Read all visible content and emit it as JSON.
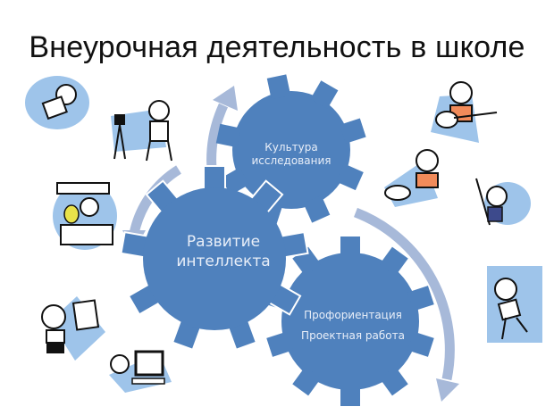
{
  "slide": {
    "title": "Внеурочная деятельность в школе",
    "colors": {
      "background": "#ffffff",
      "gear_fill": "#4f81bd",
      "gear_outline": "#ffffff",
      "arrow_fill": "#a7b9d9",
      "gear_text": "#e8eef8",
      "clipart_bg": "#9ec4ea"
    }
  },
  "gears": [
    {
      "id": "top",
      "lines": [
        "Культура",
        "исследования"
      ]
    },
    {
      "id": "left",
      "lines": [
        "Развитие",
        "интеллекта"
      ]
    },
    {
      "id": "bottom",
      "lines": [
        "Профориентация",
        "Проектная работа"
      ]
    }
  ],
  "arrows": [
    {
      "id": "top-arrow",
      "direction": "clockwise-up"
    },
    {
      "id": "left-arrow",
      "direction": "counterclockwise-down"
    },
    {
      "id": "right-arrow",
      "direction": "clockwise-down"
    }
  ],
  "clipart": [
    {
      "id": "astronaut",
      "icon": "astronaut-boy-icon"
    },
    {
      "id": "camera",
      "icon": "camera-boy-icon"
    },
    {
      "id": "chemistry",
      "icon": "chemistry-boy-icon"
    },
    {
      "id": "report",
      "icon": "report-boy-icon"
    },
    {
      "id": "computer",
      "icon": "computer-boy-icon"
    },
    {
      "id": "guitar",
      "icon": "guitar-boy-icon"
    },
    {
      "id": "dog",
      "icon": "dog-boy-icon"
    },
    {
      "id": "hockey",
      "icon": "hockey-boy-icon"
    },
    {
      "id": "skater",
      "icon": "skater-boy-icon"
    }
  ]
}
